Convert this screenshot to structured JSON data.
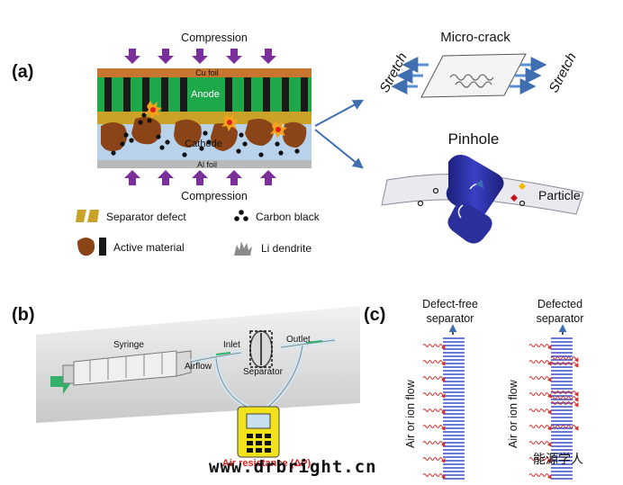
{
  "panel_a": {
    "label": "(a)",
    "compression_top": "Compression",
    "compression_bottom": "Compression",
    "cu_foil": "Cu foil",
    "anode": "Anode",
    "cathode": "Cathode",
    "al_foil": "Al foil",
    "legend": {
      "separator_defect": "Separator defect",
      "carbon_black": "Carbon black",
      "active_material": "Active material",
      "li_dendrite": "Li dendrite"
    },
    "micro_crack": "Micro-crack",
    "stretch_left": "Stretch",
    "stretch_right": "Stretch",
    "pinhole": "Pinhole",
    "particle": "Particle",
    "colors": {
      "cu_foil": "#c8752f",
      "anode": "#1fa84a",
      "separator": "#c9a227",
      "cathode_bg": "#b7d2ea",
      "active_material": "#8a4418",
      "al_foil": "#b9b9b9",
      "arrow": "#7a2f9a",
      "pin": "#2a2f9c"
    }
  },
  "panel_b": {
    "label": "(b)",
    "syringe": "Syringe",
    "inlet": "Inlet",
    "outlet": "Outlet",
    "airflow": "Airflow",
    "separator": "Separator",
    "resistance": "Air resistance (ΔP)"
  },
  "panel_c": {
    "label": "(c)",
    "left_title_1": "Defect-free",
    "left_title_2": "separator",
    "right_title_1": "Defected",
    "right_title_2": "separator",
    "axis_label": "Air or ion flow"
  },
  "watermark": {
    "url": "www.drbright.cn",
    "cn": "能源学人"
  }
}
